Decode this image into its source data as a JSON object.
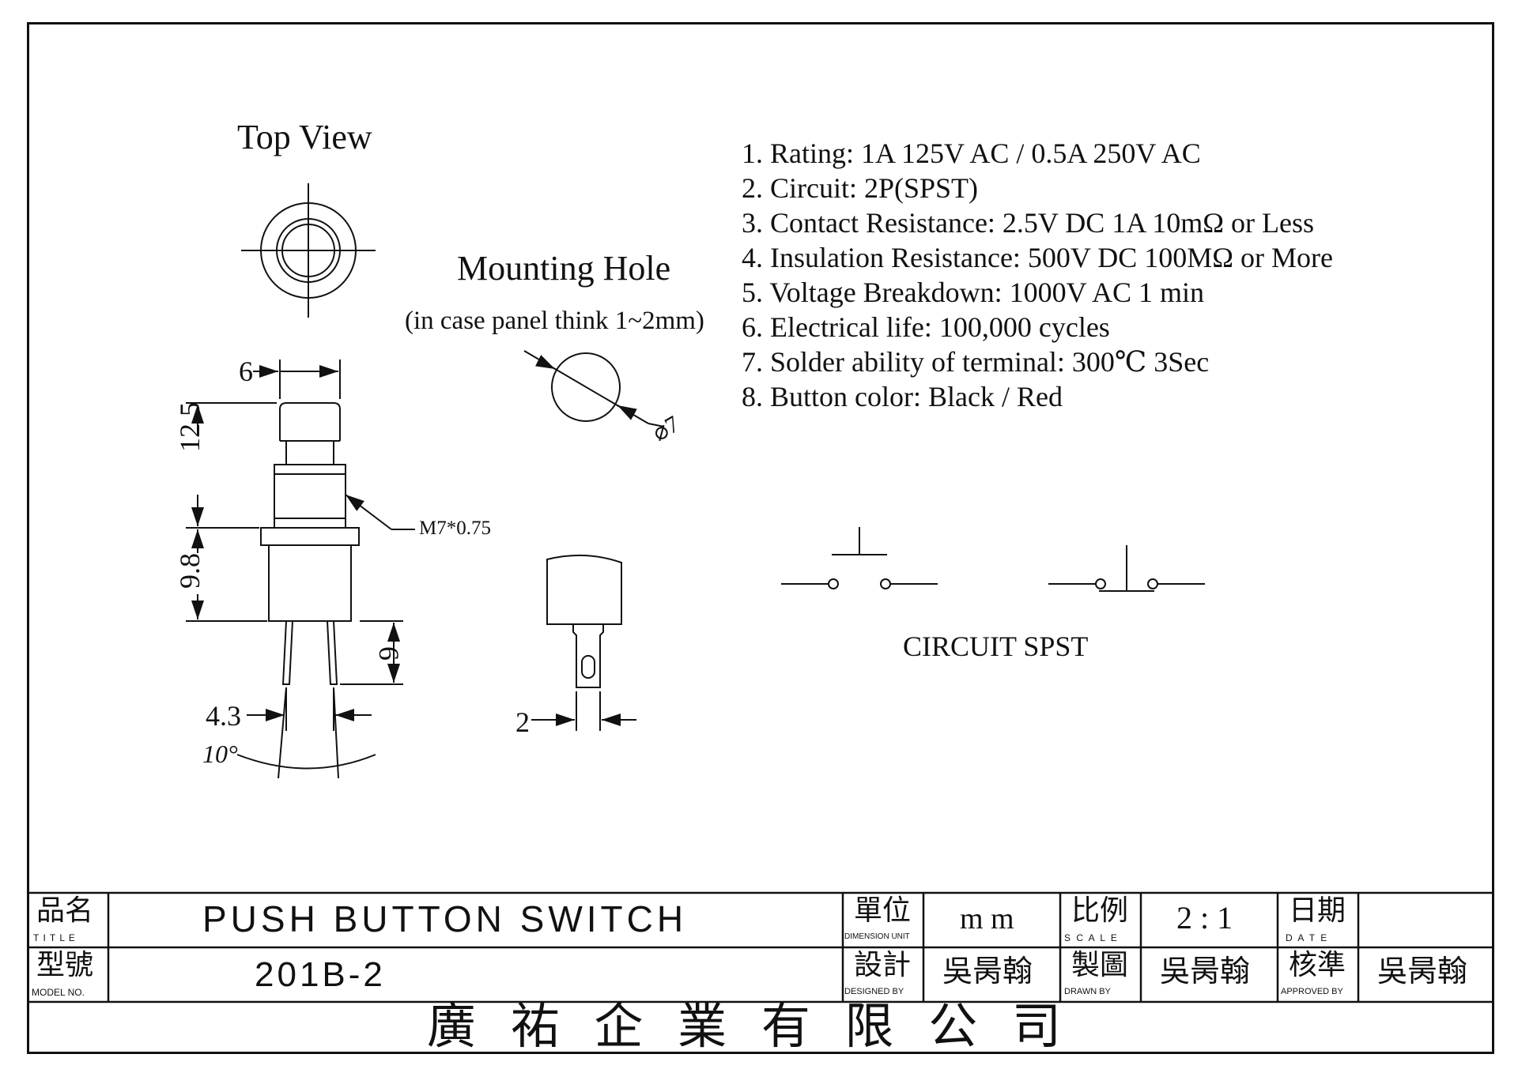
{
  "views": {
    "top_view": "Top View",
    "mounting_hole": "Mounting Hole",
    "mounting_note": "(in case panel think 1~2mm)",
    "hole_diameter": "⌀7"
  },
  "dimensions": {
    "width": "6",
    "height_upper": "12.5",
    "height_lower": "9.8",
    "thread": "M7*0.75",
    "terminal_spacing": "4.3",
    "terminal_length": "6",
    "angle": "10°",
    "terminal_width": "2"
  },
  "specs": [
    "1. Rating: 1A 125V AC / 0.5A 250V AC",
    "2. Circuit: 2P(SPST)",
    "3. Contact Resistance: 2.5V DC 1A 10mΩ  or Less",
    "4. Insulation Resistance: 500V DC 100MΩ  or More",
    "5. Voltage Breakdown: 1000V AC 1 min",
    "6. Electrical life: 100,000 cycles",
    "7. Solder ability of terminal: 300℃ 3Sec",
    "8. Button color: Black / Red"
  ],
  "circuit_label": "CIRCUIT SPST",
  "title_block": {
    "title_cn": "品名",
    "title_en": "T I T L E",
    "title_value": "PUSH BUTTON SWITCH",
    "model_cn": "型號",
    "model_en": "MODEL  NO.",
    "model_value": "201B-2",
    "unit_cn": "單位",
    "unit_en": "DIMENSION UNIT",
    "unit_value": "m m",
    "scale_cn": "比例",
    "scale_en": "S C A L E",
    "scale_value": "2 : 1",
    "date_cn": "日期",
    "date_en": "D A T E",
    "date_value": "",
    "designed_cn": "設計",
    "designed_en": "DESIGNED BY",
    "designed_value": "吳昺翰",
    "drawn_cn": "製圖",
    "drawn_en": "DRAWN   BY",
    "drawn_value": "吳昺翰",
    "approved_cn": "核準",
    "approved_en": "APPROVED  BY",
    "approved_value": "吳昺翰",
    "company": "廣 祐 企 業 有 限 公 司"
  }
}
